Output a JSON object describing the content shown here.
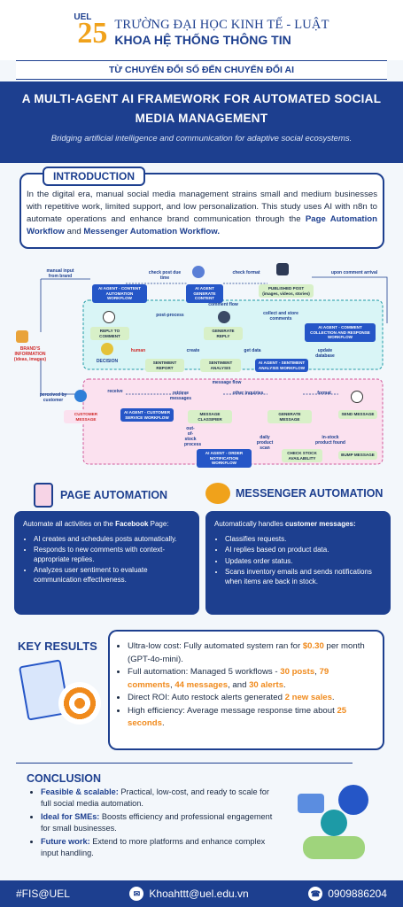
{
  "header": {
    "logo_text": "UEL",
    "logo_number": "25",
    "university": "TRƯỜNG ĐẠI HỌC KINH TẾ - LUẬT",
    "faculty": "KHOA HỆ THỐNG THÔNG TIN"
  },
  "motto": "TỪ CHUYỂN ĐỔI SỐ ĐẾN CHUYỂN ĐỔI AI",
  "banner": {
    "title_line1": "A MULTI-AGENT AI FRAMEWORK FOR AUTOMATED SOCIAL",
    "title_line2": "MEDIA MANAGEMENT",
    "subtitle": "Bridging artificial intelligence and communication for adaptive social ecosystems."
  },
  "intro": {
    "title": "INTRODUCTION",
    "text1": "In the digital era, manual social media management strains small and medium businesses with repetitive work, limited support, and low personalization. This study uses AI with n8n to automate operations and enhance brand communication through the ",
    "bold1": "Page Automation Workflow",
    "text2": " and ",
    "bold2": "Messenger Automation Workflow."
  },
  "flow": {
    "manual_input": "manual input from brand",
    "upon_comment": "upon comment arrival",
    "brand_info": "BRAND'S INFORMATION (ideas, images)",
    "perceived": "perceived by customer",
    "agent_content": "AI AGENT - CONTENT AUTOMATION WORKFLOW",
    "check_post": "check post due time",
    "ai_agent_gen": "AI AGENT GENERATE CONTENT",
    "check_format": "check format",
    "published": "PUBLISHED POST (images, videos, stories)",
    "comment_flow": "comment flow",
    "reply_comment": "REPLY TO COMMENT",
    "post_process": "post-process",
    "generate_reply": "GENERATE REPLY",
    "collect": "collect and store comments",
    "agent_comment": "AI AGENT - COMMENT COLLECTION AND RESPONSE WORKFLOW",
    "decision": "DECISION",
    "human": "human",
    "sentiment_report": "SENTIMENT REPORT",
    "create": "create",
    "sentiment_analysis": "SENTIMENT ANALYSIS",
    "get_data": "get data",
    "agent_sentiment": "AI AGENT - SENTIMENT ANALYSIS WORKFLOW",
    "update_db": "update database",
    "message_flow": "message flow",
    "customer_message": "CUSTOMER MESSAGE",
    "receive": "receive",
    "agent_cs": "AI AGENT - CUSTOMER SERVICE WORKFLOW",
    "retrieve": "retrieve messages",
    "classifier": "MESSAGE CLASSIFIER",
    "other_inq": "other inquiries",
    "generate_msg": "GENERATE MESSAGE",
    "format": "format",
    "send_msg": "SEND MESSAGE",
    "out_of_stock": "out-of-stock process",
    "agent_order": "AI AGENT - ORDER NOTIFICATION WORKFLOW",
    "daily_scan": "daily product scan",
    "check_stock": "CHECK STOCK AVAILABILITY",
    "in_stock": "in-stock product found",
    "bump": "BUMP MESSAGE"
  },
  "page_auto": {
    "title": "PAGE AUTOMATION",
    "intro": "Automate all activities on the ",
    "intro_bold": "Facebook",
    "intro2": " Page:",
    "items": [
      "AI creates and schedules posts automatically.",
      "Responds to new comments with context-appropriate replies.",
      "Analyzes user sentiment to evaluate communication effectiveness."
    ]
  },
  "msg_auto": {
    "title": "MESSENGER AUTOMATION",
    "intro": "Automatically handles ",
    "intro_bold": "customer messages:",
    "items": [
      "Classifies requests.",
      "AI replies based on product data.",
      "Updates order status.",
      "Scans inventory emails and sends notifications when items are back in stock."
    ]
  },
  "key_results": {
    "title": "KEY RESULTS",
    "r1a": "Ultra-low cost: Fully automated system ran for ",
    "r1b": "$0.30",
    "r1c": " per month (GPT-4o-mini).",
    "r2a": "Full automation: Managed 5 workflows - ",
    "r2b": "30 posts",
    "r2c": ", ",
    "r2d": "79 comments",
    "r2e": ", ",
    "r2f": "44 messages",
    "r2g": ", and ",
    "r2h": "30 alerts",
    "r2i": ".",
    "r3a": "Direct ROI: Auto restock alerts generated ",
    "r3b": "2 new sales",
    "r3c": ".",
    "r4a": "High efficiency: Average message response time about ",
    "r4b": "25 seconds",
    "r4c": "."
  },
  "conclusion": {
    "title": "CONCLUSION",
    "c1b": "Feasible & scalable:",
    "c1": " Practical, low-cost, and ready to scale for full social media automation.",
    "c2b": "Ideal for SMEs:",
    "c2": " Boosts efficiency and professional engagement for small businesses.",
    "c3b": "Future work:",
    "c3": " Extend to more platforms and enhance complex input handling."
  },
  "footer": {
    "tag": "#FIS@UEL",
    "email": "Khoahttt@uel.edu.vn",
    "phone": "0909886204"
  },
  "colors": {
    "primary": "#1d3f8f",
    "accent": "#f08a1c",
    "highlight": "#ffd84a"
  }
}
